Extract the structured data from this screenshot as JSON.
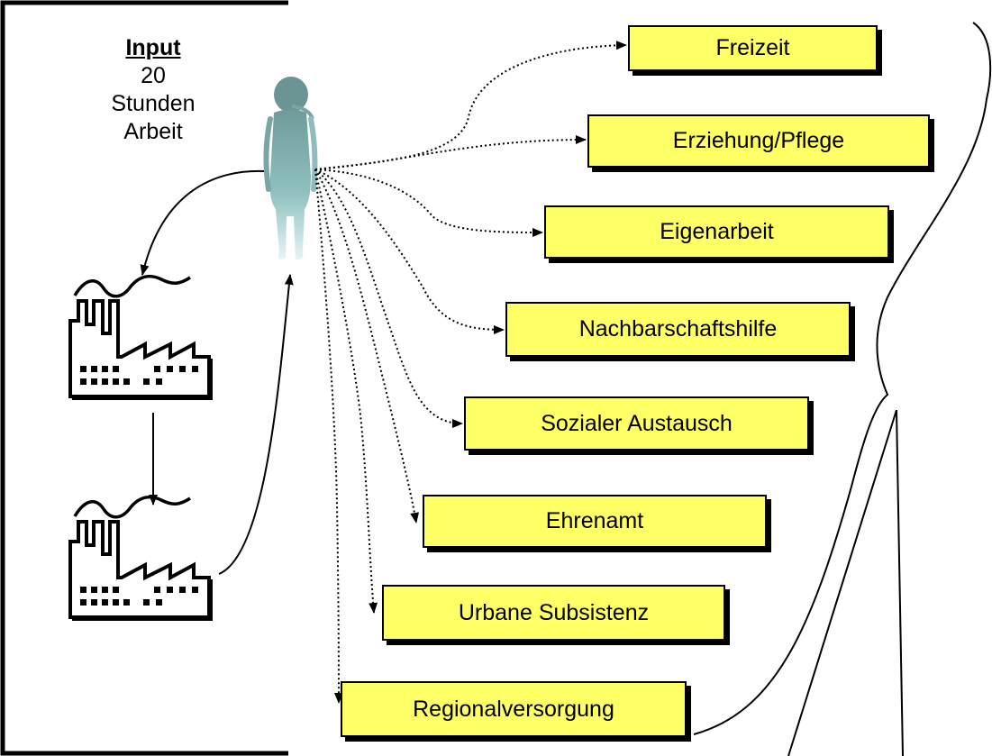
{
  "input": {
    "title": "Input",
    "lines": [
      "20",
      "Stunden",
      "Arbeit"
    ]
  },
  "icons": {
    "person": "person-icon",
    "factory": "factory-icon"
  },
  "activities": [
    "Freizeit",
    "Erziehung/Pflege",
    "Eigenarbeit",
    "Nachbarschaftshilfe",
    "Sozialer Austausch",
    "Ehrenamt",
    "Urbane Subsistenz",
    "Regionalversorgung"
  ],
  "colors": {
    "box_fill": "#ffff66",
    "person": "#7aa5a5"
  }
}
